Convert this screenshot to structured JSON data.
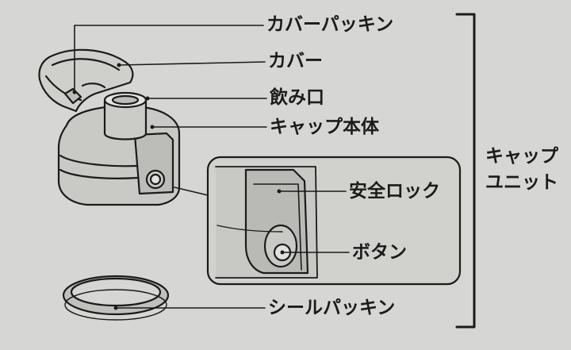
{
  "labels": {
    "cover_packing": "カバーパッキン",
    "cover": "カバー",
    "spout": "飲み口",
    "cap_body": "キャップ本体",
    "safety_lock": "安全ロック",
    "button": "ボタン",
    "seal_packing": "シールパッキン",
    "cap_unit_line1": "キャップ",
    "cap_unit_line2": "ユニット"
  },
  "colors": {
    "background": "#d6d6d4",
    "line": "#1b1b1b",
    "part_fill": "#c9c9c6",
    "shadow": "#9a9a97"
  }
}
